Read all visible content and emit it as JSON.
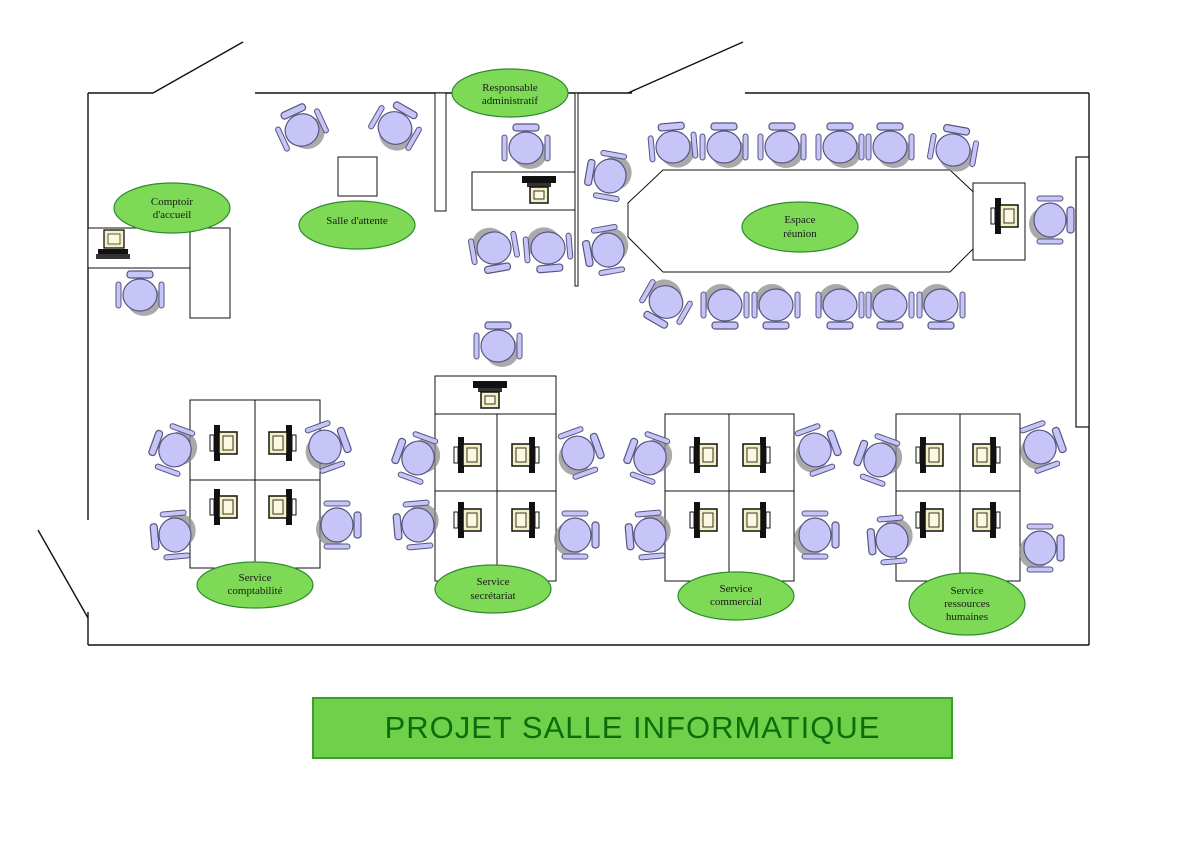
{
  "title": "PROJET SALLE INFORMATIQUE",
  "colors": {
    "label_fill": "#7ed957",
    "label_border": "#2e8b2e",
    "chair_fill": "#c7c5f8",
    "chair_stroke": "#5a5a8a",
    "chair_shadow": "#9a9a9a",
    "monitor_fill": "#f6f1c4",
    "title_fill": "#6fd04a",
    "title_text": "#0b6e0b"
  },
  "zones": [
    {
      "id": "comptoir",
      "lines": [
        "Comptoir",
        "d'accueil"
      ]
    },
    {
      "id": "attente",
      "lines": [
        "Salle d'attente"
      ]
    },
    {
      "id": "responsable",
      "lines": [
        "Responsable",
        "administratif"
      ]
    },
    {
      "id": "reunion",
      "lines": [
        "Espace",
        "réunion"
      ]
    },
    {
      "id": "comptabilite",
      "lines": [
        "Service",
        "comptabilité"
      ]
    },
    {
      "id": "secretariat",
      "lines": [
        "Service",
        "secrétariat"
      ]
    },
    {
      "id": "commercial",
      "lines": [
        "Service",
        "commercial"
      ]
    },
    {
      "id": "rh",
      "lines": [
        "Service",
        "ressources",
        "humaines"
      ]
    }
  ],
  "icons": [
    "door-icon",
    "chair-icon",
    "computer-icon",
    "crt-monitor-icon"
  ]
}
